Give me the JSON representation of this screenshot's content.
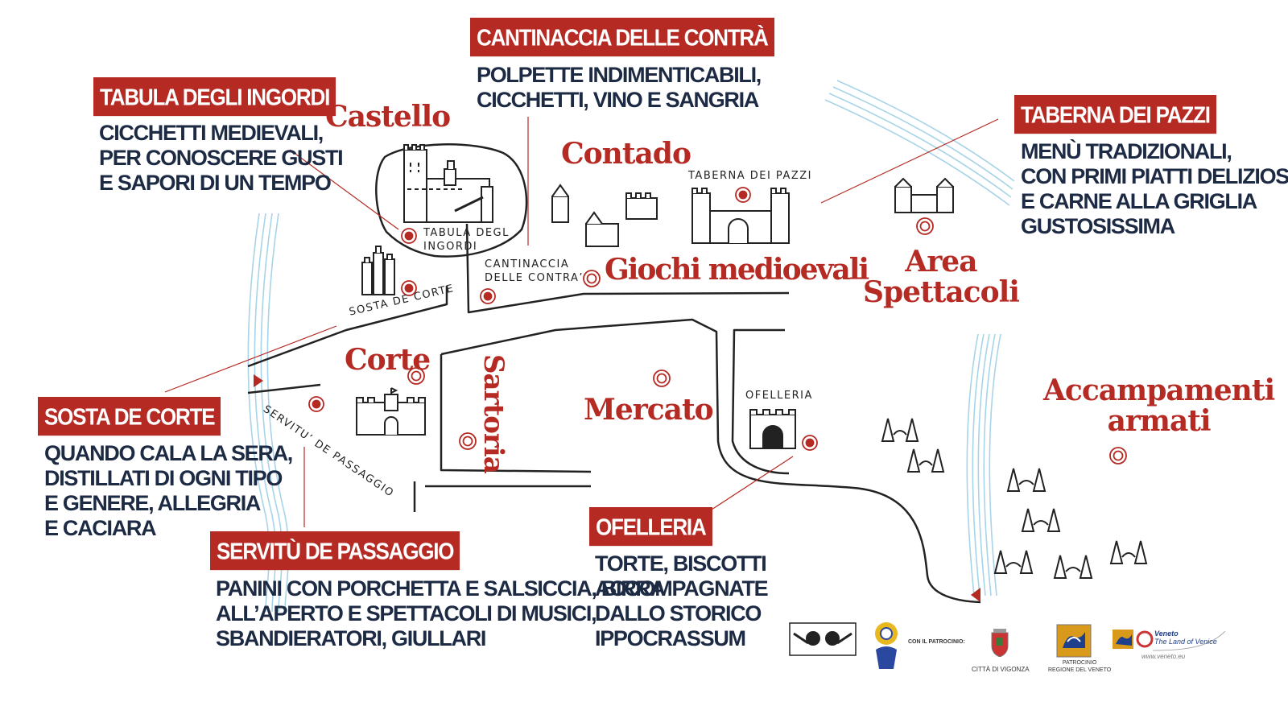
{
  "map_labels": {
    "castello": "Castello",
    "contado": "Contado",
    "giochi": "Giochi medioevali",
    "area": [
      "Area",
      "Spettacoli"
    ],
    "corte": "Corte",
    "sartoria": "Sartoria",
    "mercato": "Mercato",
    "accampamenti": [
      "Accampamenti",
      "armati"
    ]
  },
  "place_labels": {
    "tabula": [
      "TABULA DEGL",
      "INGORDI"
    ],
    "cantinaccia": [
      "CANTINACCIA",
      "DELLE CONTRA’"
    ],
    "taberna": "TABERNA DEI PAZZI",
    "sosta": "SOSTA DE CORTE",
    "servitu": "SERVITU’ DE PASSAGGIO",
    "ofelleria": "OFELLERIA"
  },
  "callouts": {
    "tabula": {
      "title": "TABULA DEGLI INGORDI",
      "lines": [
        "CICCHETTI MEDIEVALI,",
        "PER CONOSCERE GUSTI",
        "E SAPORI DI UN TEMPO"
      ]
    },
    "cantinaccia": {
      "title": "CANTINACCIA DELLE CONTRÀ",
      "lines": [
        "POLPETTE INDIMENTICABILI,",
        "CICCHETTI, VINO E SANGRIA"
      ]
    },
    "taberna": {
      "title": "TABERNA DEI PAZZI",
      "lines": [
        "MENÙ TRADIZIONALI,",
        "CON PRIMI PIATTI DELIZIOSI",
        "E CARNE ALLA GRIGLIA",
        "GUSTOSISSIMA"
      ]
    },
    "sosta": {
      "title": "SOSTA DE CORTE",
      "lines": [
        "QUANDO CALA LA SERA,",
        "DISTILLATI DI OGNI TIPO",
        "E GENERE, ALLEGRIA",
        "E CACIARA"
      ]
    },
    "servitu": {
      "title": "SERVITÙ DE PASSAGGIO",
      "lines": [
        "PANINI CON PORCHETTA E SALSICCIA, BIRRA",
        "ALL’APERTO E SPETTACOLI DI MUSICI,",
        "SBANDIERATORI, GIULLARI"
      ]
    },
    "ofelleria": {
      "title": "OFELLERIA",
      "lines": [
        "TORTE, BISCOTTI",
        "ACCOMPAGNATE",
        "DALLO STORICO",
        "IPPOCRASSUM"
      ]
    }
  },
  "footer": {
    "patrocinio": "CON IL PATROCINIO:",
    "vigonza": "CITTÀ DI VIGONZA",
    "regione": [
      "PATROCINIO",
      "REGIONE DEL VENETO"
    ],
    "veneto": [
      "Veneto",
      "The Land of Venice"
    ],
    "veneto_url": "www.veneto.eu"
  },
  "colors": {
    "accent": "#b52a23",
    "text": "#1d2a44",
    "water": "#9fcfe4"
  }
}
